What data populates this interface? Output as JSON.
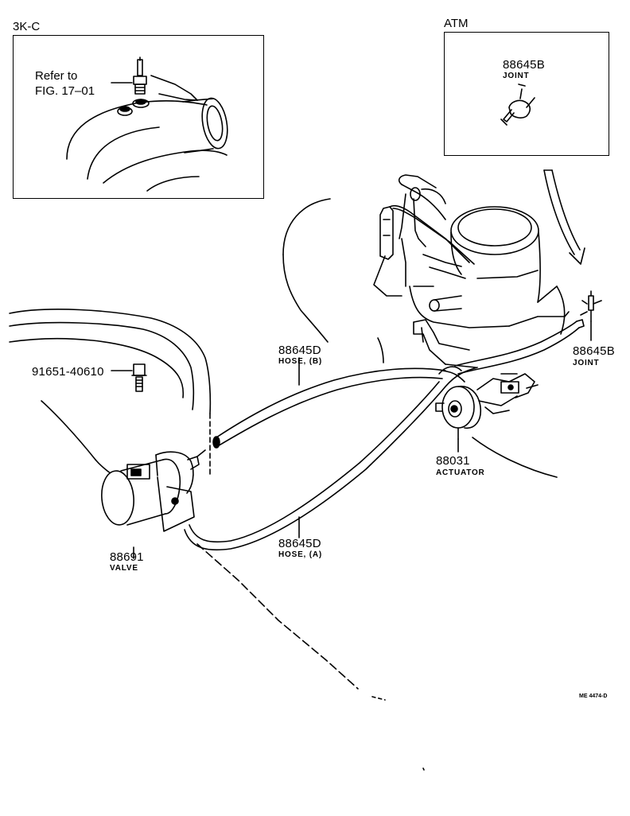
{
  "inset_3kc": {
    "title": "3K-C",
    "refer_line1": "Refer to",
    "refer_line2": "FIG. 17–01"
  },
  "inset_atm": {
    "title": "ATM",
    "part_number": "88645B",
    "part_name": "JOINT"
  },
  "callouts": {
    "hose_b": {
      "number": "88645D",
      "name": "HOSE, (B)"
    },
    "joint": {
      "number": "88645B",
      "name": "JOINT"
    },
    "bolt": {
      "number": "91651-40610"
    },
    "actuator": {
      "number": "88031",
      "name": "ACTUATOR"
    },
    "valve": {
      "number": "88691",
      "name": "VALVE"
    },
    "hose_a": {
      "number": "88645D",
      "name": "HOSE, (A)"
    }
  },
  "drawing_code": "ME 4474-D"
}
